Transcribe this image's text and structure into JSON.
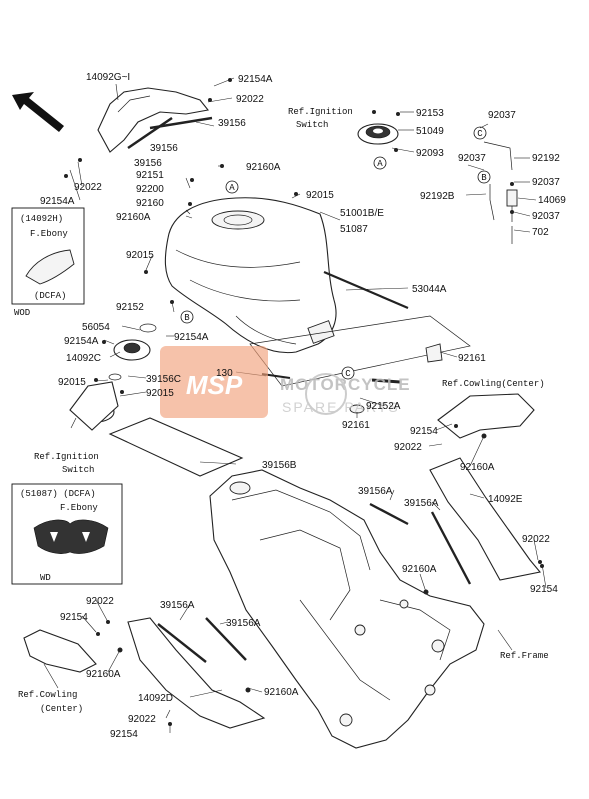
{
  "labels": {
    "p14092G_I": "14092G~I",
    "p92154A_1": "92154A",
    "p92022_1": "92022",
    "p39156_1": "39156",
    "p39156_2": "39156",
    "p39156_3": "39156",
    "p92022_2": "92022",
    "p92154A_2": "92154A",
    "p92151": "92151",
    "p92200": "92200",
    "p92160_1": "92160",
    "p92160A_1": "92160A",
    "p92160A_2": "92160A",
    "p92015_1": "92015",
    "p51001": "51001B/E",
    "p51087": "51087",
    "p92015_2": "92015",
    "p53044A": "53044A",
    "p92152": "92152",
    "p56054": "56054",
    "p92154A_3": "92154A",
    "p92154A_4": "92154A",
    "p14092C": "14092C",
    "p92015_3": "92015",
    "p39156C": "39156C",
    "p92015_4": "92015",
    "p130": "130",
    "p92161_1": "92161",
    "p92152A": "92152A",
    "p92161_2": "92161",
    "p39156B": "39156B",
    "p92154_1": "92154",
    "p92022_3": "92022",
    "p92160A_3": "92160A",
    "p39156A_1": "39156A",
    "p39156A_2": "39156A",
    "p14092E": "14092E",
    "p92022_4": "92022",
    "p92154_2": "92154",
    "p92160A_4": "92160A",
    "p92022_5": "92022",
    "p92154_3": "92154",
    "p39156A_3": "39156A",
    "p39156A_4": "39156A",
    "p92160A_5": "92160A",
    "p14092D": "14092D",
    "p92160A_6": "92160A",
    "p92022_6": "92022",
    "p92154_4": "92154",
    "p92153": "92153",
    "p51049": "51049",
    "p92093": "92093",
    "p92037_1": "92037",
    "p92037_2": "92037",
    "p92192": "92192",
    "p92037_3": "92037",
    "p92192B": "92192B",
    "p14069": "14069",
    "p92037_4": "92037",
    "p702": "702"
  },
  "refs": {
    "ignition_top_1": "Ref.Ignition",
    "ignition_top_2": "Switch",
    "ignition_left_1": "Ref.Ignition",
    "ignition_left_2": "Switch",
    "cowling_right": "Ref.Cowling(Center)",
    "cowling_left_1": "Ref.Cowling",
    "cowling_left_2": "(Center)",
    "frame": "Ref.Frame"
  },
  "callouts": {
    "a": "A",
    "b": "B",
    "c": "C"
  },
  "inset1": {
    "code": "(14092H)",
    "color": "F.Ebony",
    "variant": "(DCFA)",
    "model": "WOD"
  },
  "inset2": {
    "code": "(51087) (DCFA)",
    "color": "F.Ebony",
    "model": "WD"
  },
  "watermark": {
    "logo": "MSP",
    "line1": "MOTORCYCLE",
    "line2": "SPARE PARTS"
  },
  "colors": {
    "watermark_logo_bg": "#f2a07a",
    "watermark_gray": "#bdbdbd",
    "line": "#222222"
  },
  "icons": {
    "direction": "front-direction-arrow-icon"
  }
}
